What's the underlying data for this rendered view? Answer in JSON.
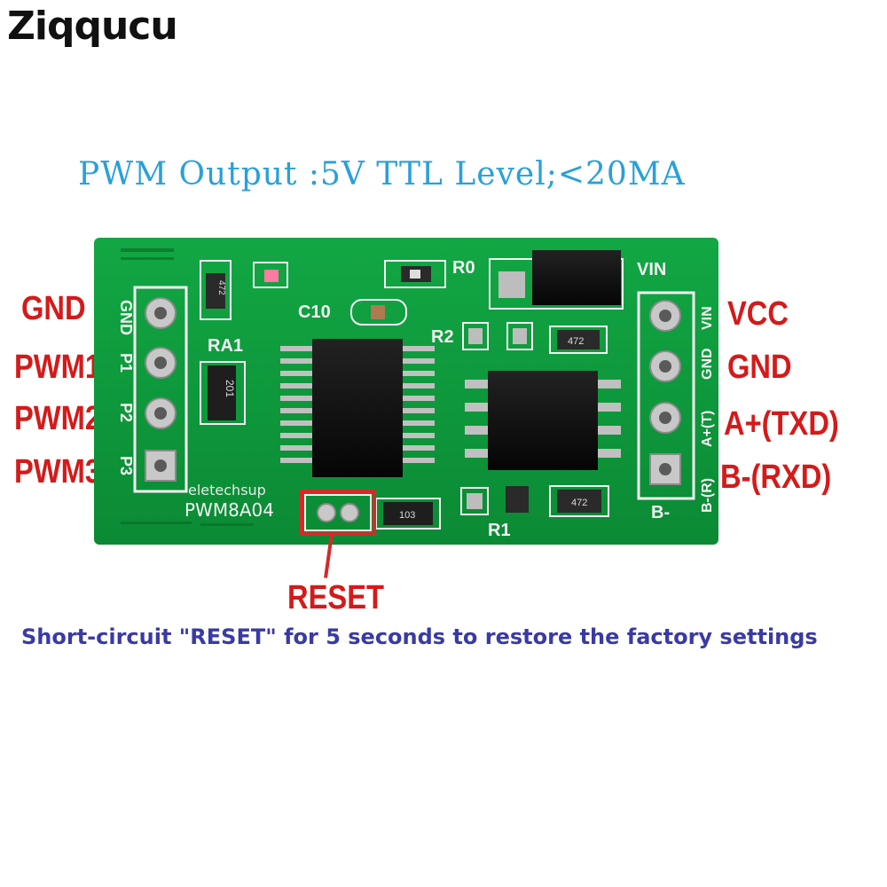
{
  "brand": "Ziqqucu",
  "headline": "PWM Output :5V TTL Level;<20MA",
  "left_pins": [
    "GND",
    "PWM1",
    "PWM2",
    "PWM3"
  ],
  "right_pins": [
    "VCC",
    "GND",
    "A+(TXD)",
    "B-(RXD)"
  ],
  "reset_label": "RESET",
  "note": "Short-circuit \"RESET\" for 5 seconds to restore the factory settings",
  "board": {
    "silkscreen": {
      "left_header": [
        "GND",
        "P1",
        "P2",
        "P3"
      ],
      "right_header": [
        "VIN",
        "GND",
        "A+(T)",
        "B-(R)"
      ],
      "vin": "VIN",
      "b_minus": "B-",
      "ra1": "RA1",
      "c10": "C10",
      "r0": "R0",
      "r2": "R2",
      "r1": "R1",
      "maker": "eletechsup",
      "model": "PWM8A04",
      "res_472": "472",
      "res_201": "201",
      "res_103": "103"
    }
  },
  "colors": {
    "pcb": "#0e9a3c",
    "pcb_dark": "#0a7a2e",
    "silk": "#f2f2f2",
    "label_red": "#d41a1a",
    "headline_blue": "#2aa0d8",
    "note_blue": "#3a3aa6",
    "reset_box": "#d42a2a"
  }
}
